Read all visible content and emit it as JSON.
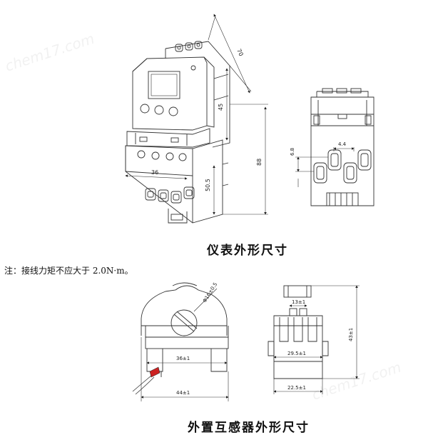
{
  "titles": {
    "meter": "仪表外形尺寸",
    "ct": "外置互感器外形尺寸"
  },
  "note": "注：接线力矩不应大于 2.0N·m。",
  "meter_dims": {
    "depth": "70",
    "front_height": "45",
    "total_height": "88",
    "width": "36",
    "lower": "50.5"
  },
  "terminal_dims": {
    "spacing_h": "4.4",
    "spacing_v": "6.8"
  },
  "ct_dims": {
    "hole_dia": "Φ16±0.5",
    "inner_width": "36±1",
    "outer_width": "44±1",
    "top_width": "13±1",
    "mid_width": "29.5±1",
    "base_width": "22.5±1",
    "height": "43±1"
  },
  "watermark": "chem17.com"
}
